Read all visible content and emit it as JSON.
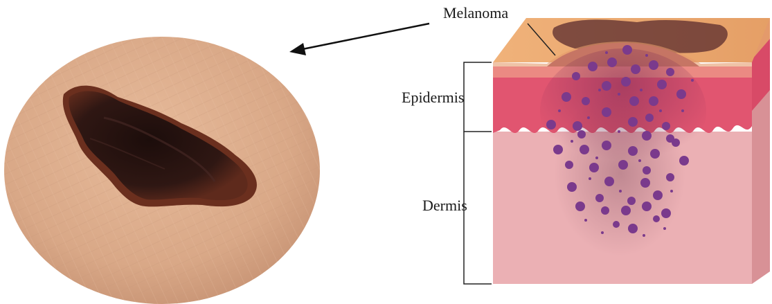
{
  "labels": {
    "melanoma": "Melanoma",
    "epidermis": "Epidermis",
    "dermis": "Dermis"
  },
  "colors": {
    "skin_photo": "#d9a887",
    "lesion_dark": "#2a1512",
    "lesion_edge": "#6b2f1e",
    "skin_surface": "#e9ab72",
    "epidermis": "#e15570",
    "dermis": "#ebb0b4",
    "cells": "#7a3a8c"
  }
}
